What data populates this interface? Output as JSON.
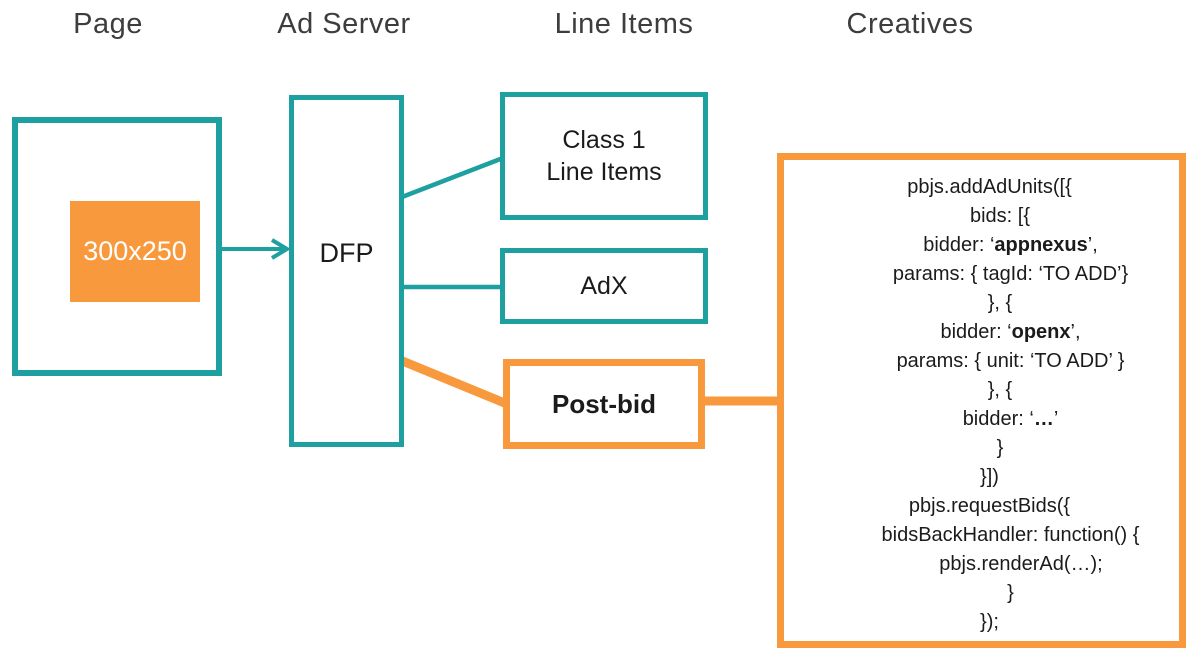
{
  "colors": {
    "teal": "#1FA0A0",
    "orange": "#F8993D",
    "header_text": "#3D3D3D",
    "code_text": "#1B1B1B",
    "slot_text": "#FFFFFF"
  },
  "headers": {
    "page": "Page",
    "ad_server": "Ad Server",
    "line_items": "Line Items",
    "creatives": "Creatives"
  },
  "page_column": {
    "ad_slot_label": "300x250"
  },
  "ad_server_column": {
    "dfp_label": "DFP"
  },
  "line_items_column": {
    "class1_label": "Class 1\nLine Items",
    "adx_label": "AdX",
    "postbid_label": "Post-bid"
  },
  "creatives_column": {
    "code_lines": [
      {
        "indent": 0,
        "segments": [
          {
            "text": "pbjs.addAdUnits([{"
          }
        ]
      },
      {
        "indent": 1,
        "segments": [
          {
            "text": "bids: [{"
          }
        ]
      },
      {
        "indent": 2,
        "segments": [
          {
            "text": "bidder: ‘"
          },
          {
            "text": "appnexus",
            "bold": true
          },
          {
            "text": "’,"
          }
        ]
      },
      {
        "indent": 2,
        "segments": [
          {
            "text": "params: { tagId: ‘TO ADD’}"
          }
        ]
      },
      {
        "indent": 1,
        "segments": [
          {
            "text": "}, {"
          }
        ]
      },
      {
        "indent": 2,
        "segments": [
          {
            "text": "bidder: ‘"
          },
          {
            "text": "openx",
            "bold": true
          },
          {
            "text": "’,"
          }
        ]
      },
      {
        "indent": 2,
        "segments": [
          {
            "text": "params: { unit: ‘TO ADD’ }"
          }
        ]
      },
      {
        "indent": 1,
        "segments": [
          {
            "text": "}, {"
          }
        ]
      },
      {
        "indent": 2,
        "segments": [
          {
            "text": "bidder: ‘"
          },
          {
            "text": "…",
            "bold": true
          },
          {
            "text": "’"
          }
        ]
      },
      {
        "indent": 1,
        "segments": [
          {
            "text": "}"
          }
        ]
      },
      {
        "indent": 0,
        "segments": [
          {
            "text": "}])"
          }
        ]
      },
      {
        "indent": 0,
        "segments": [
          {
            "text": "pbjs.requestBids({"
          }
        ]
      },
      {
        "indent": 2,
        "segments": [
          {
            "text": "bidsBackHandler: function() {"
          }
        ]
      },
      {
        "indent": 3,
        "segments": [
          {
            "text": "pbjs.renderAd(…);"
          }
        ]
      },
      {
        "indent": 2,
        "segments": [
          {
            "text": "}"
          }
        ]
      },
      {
        "indent": 0,
        "segments": [
          {
            "text": "});"
          }
        ]
      }
    ]
  }
}
